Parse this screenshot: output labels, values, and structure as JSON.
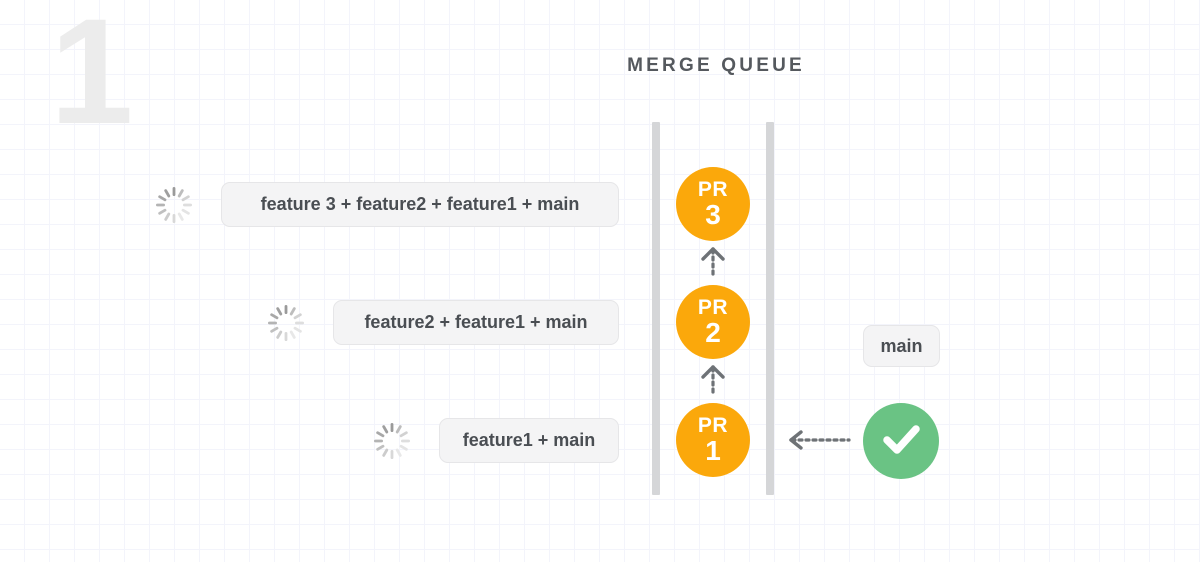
{
  "step": {
    "number": "1"
  },
  "header": {
    "title": "MERGE QUEUE"
  },
  "colors": {
    "pr_node": "#FBA80B",
    "success": "#6AC384",
    "rail": "#D5D6D8",
    "chip_bg": "#F4F4F5",
    "chip_text": "#4A4E53",
    "grid_minor": "#F3F4FB",
    "grid_major": "#E9EAF8",
    "watermark": "#ECECEC"
  },
  "queue": {
    "rails": [
      {
        "name": "rail-left"
      },
      {
        "name": "rail-right"
      }
    ],
    "nodes": [
      {
        "label": "PR",
        "number": "3",
        "branch_chip": "feature 3 + feature2 + feature1 + main",
        "status": "building"
      },
      {
        "label": "PR",
        "number": "2",
        "branch_chip": "feature2 + feature1 + main",
        "status": "building"
      },
      {
        "label": "PR",
        "number": "1",
        "branch_chip": "feature1 + main",
        "status": "building"
      }
    ],
    "connectors": [
      {
        "name": "arrow-pr2-to-pr3",
        "direction": "up",
        "style": "dotted"
      },
      {
        "name": "arrow-pr1-to-pr2",
        "direction": "up",
        "style": "dotted"
      },
      {
        "name": "arrow-main-to-pr1",
        "direction": "left",
        "style": "dotted"
      }
    ]
  },
  "target_branch": {
    "label": "main",
    "check_status": "passed"
  },
  "icons": {
    "spinner": "loading-spinner-icon",
    "check": "check-icon"
  }
}
